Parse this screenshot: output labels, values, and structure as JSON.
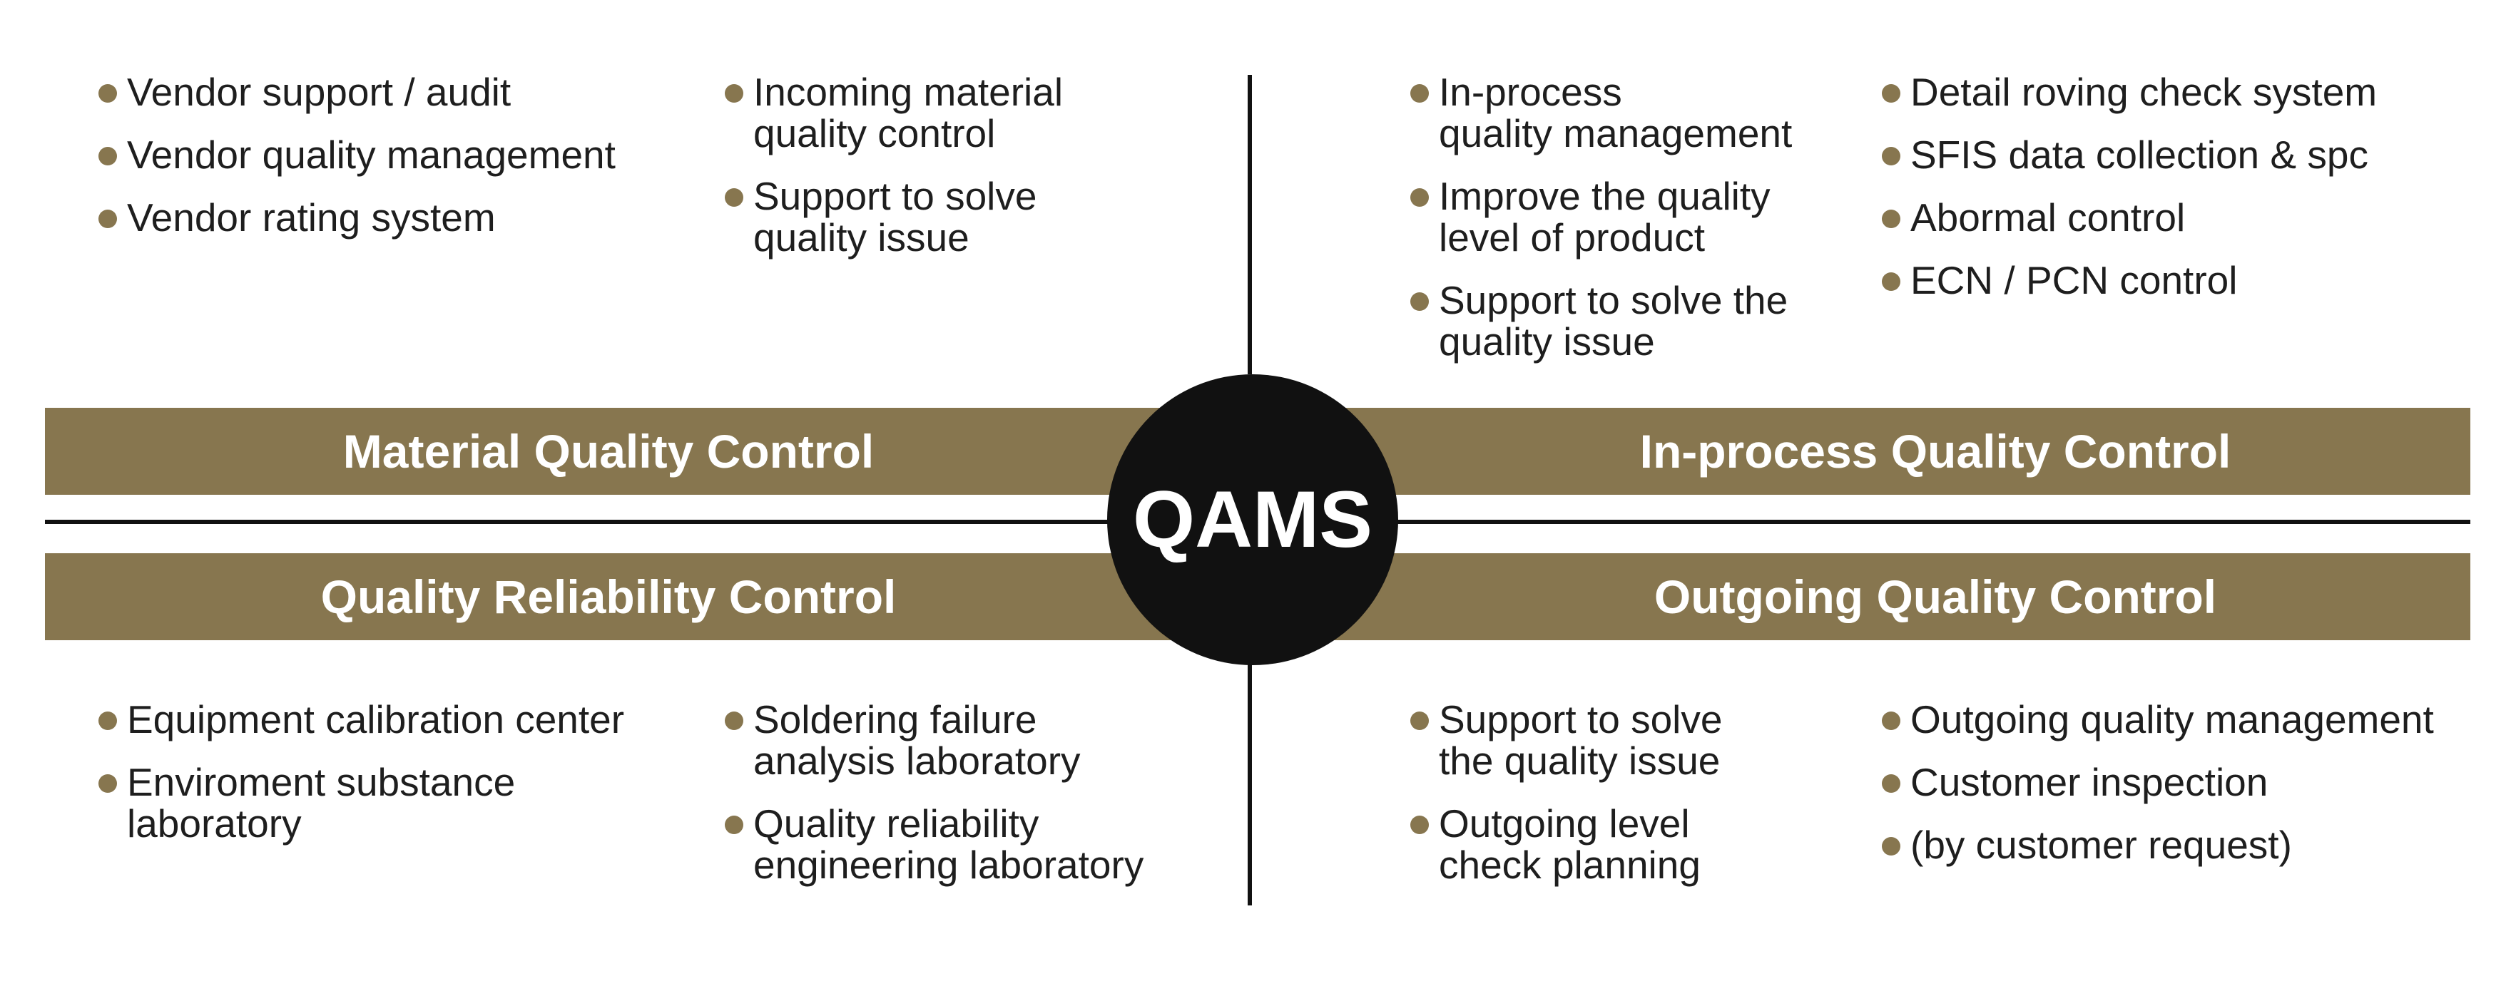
{
  "hub": {
    "label": "QAMS"
  },
  "colors": {
    "accent": "#87764f",
    "line": "#111111",
    "hub_fill": "#111111",
    "band_text": "#ffffff"
  },
  "categories": {
    "top_left": "Material Quality Control",
    "top_right": "In-process Quality Control",
    "bottom_left": "Quality Reliability Control",
    "bottom_right": "Outgoing Quality Control"
  },
  "lists": {
    "top_left_a": [
      {
        "lines": [
          "Vendor support / audit"
        ]
      },
      {
        "lines": [
          "Vendor quality management"
        ]
      },
      {
        "lines": [
          "Vendor rating system"
        ]
      }
    ],
    "top_left_b": [
      {
        "lines": [
          "Incoming material",
          "quality control"
        ]
      },
      {
        "lines": [
          "Support to solve",
          "quality issue"
        ]
      }
    ],
    "top_right_a": [
      {
        "lines": [
          "In-process",
          "quality management"
        ]
      },
      {
        "lines": [
          "Improve the quality",
          "level of product"
        ]
      },
      {
        "lines": [
          "Support to solve the",
          "quality issue"
        ]
      }
    ],
    "top_right_b": [
      {
        "lines": [
          "Detail roving check system"
        ]
      },
      {
        "lines": [
          "SFIS data collection & spc"
        ]
      },
      {
        "lines": [
          "Abormal control"
        ]
      },
      {
        "lines": [
          "ECN / PCN control"
        ]
      }
    ],
    "bottom_left_a": [
      {
        "lines": [
          "Equipment calibration center"
        ]
      },
      {
        "lines": [
          "Enviroment substance",
          "laboratory"
        ]
      }
    ],
    "bottom_left_b": [
      {
        "lines": [
          "Soldering failure",
          "analysis laboratory"
        ]
      },
      {
        "lines": [
          "Quality reliability",
          "engineering laboratory"
        ]
      }
    ],
    "bottom_right_a": [
      {
        "lines": [
          "Support to solve",
          "the quality issue"
        ]
      },
      {
        "lines": [
          "Outgoing level",
          "check planning"
        ]
      }
    ],
    "bottom_right_b": [
      {
        "lines": [
          "Outgoing quality management"
        ]
      },
      {
        "lines": [
          "Customer inspection"
        ]
      },
      {
        "lines": [
          "(by customer request)"
        ]
      }
    ]
  }
}
